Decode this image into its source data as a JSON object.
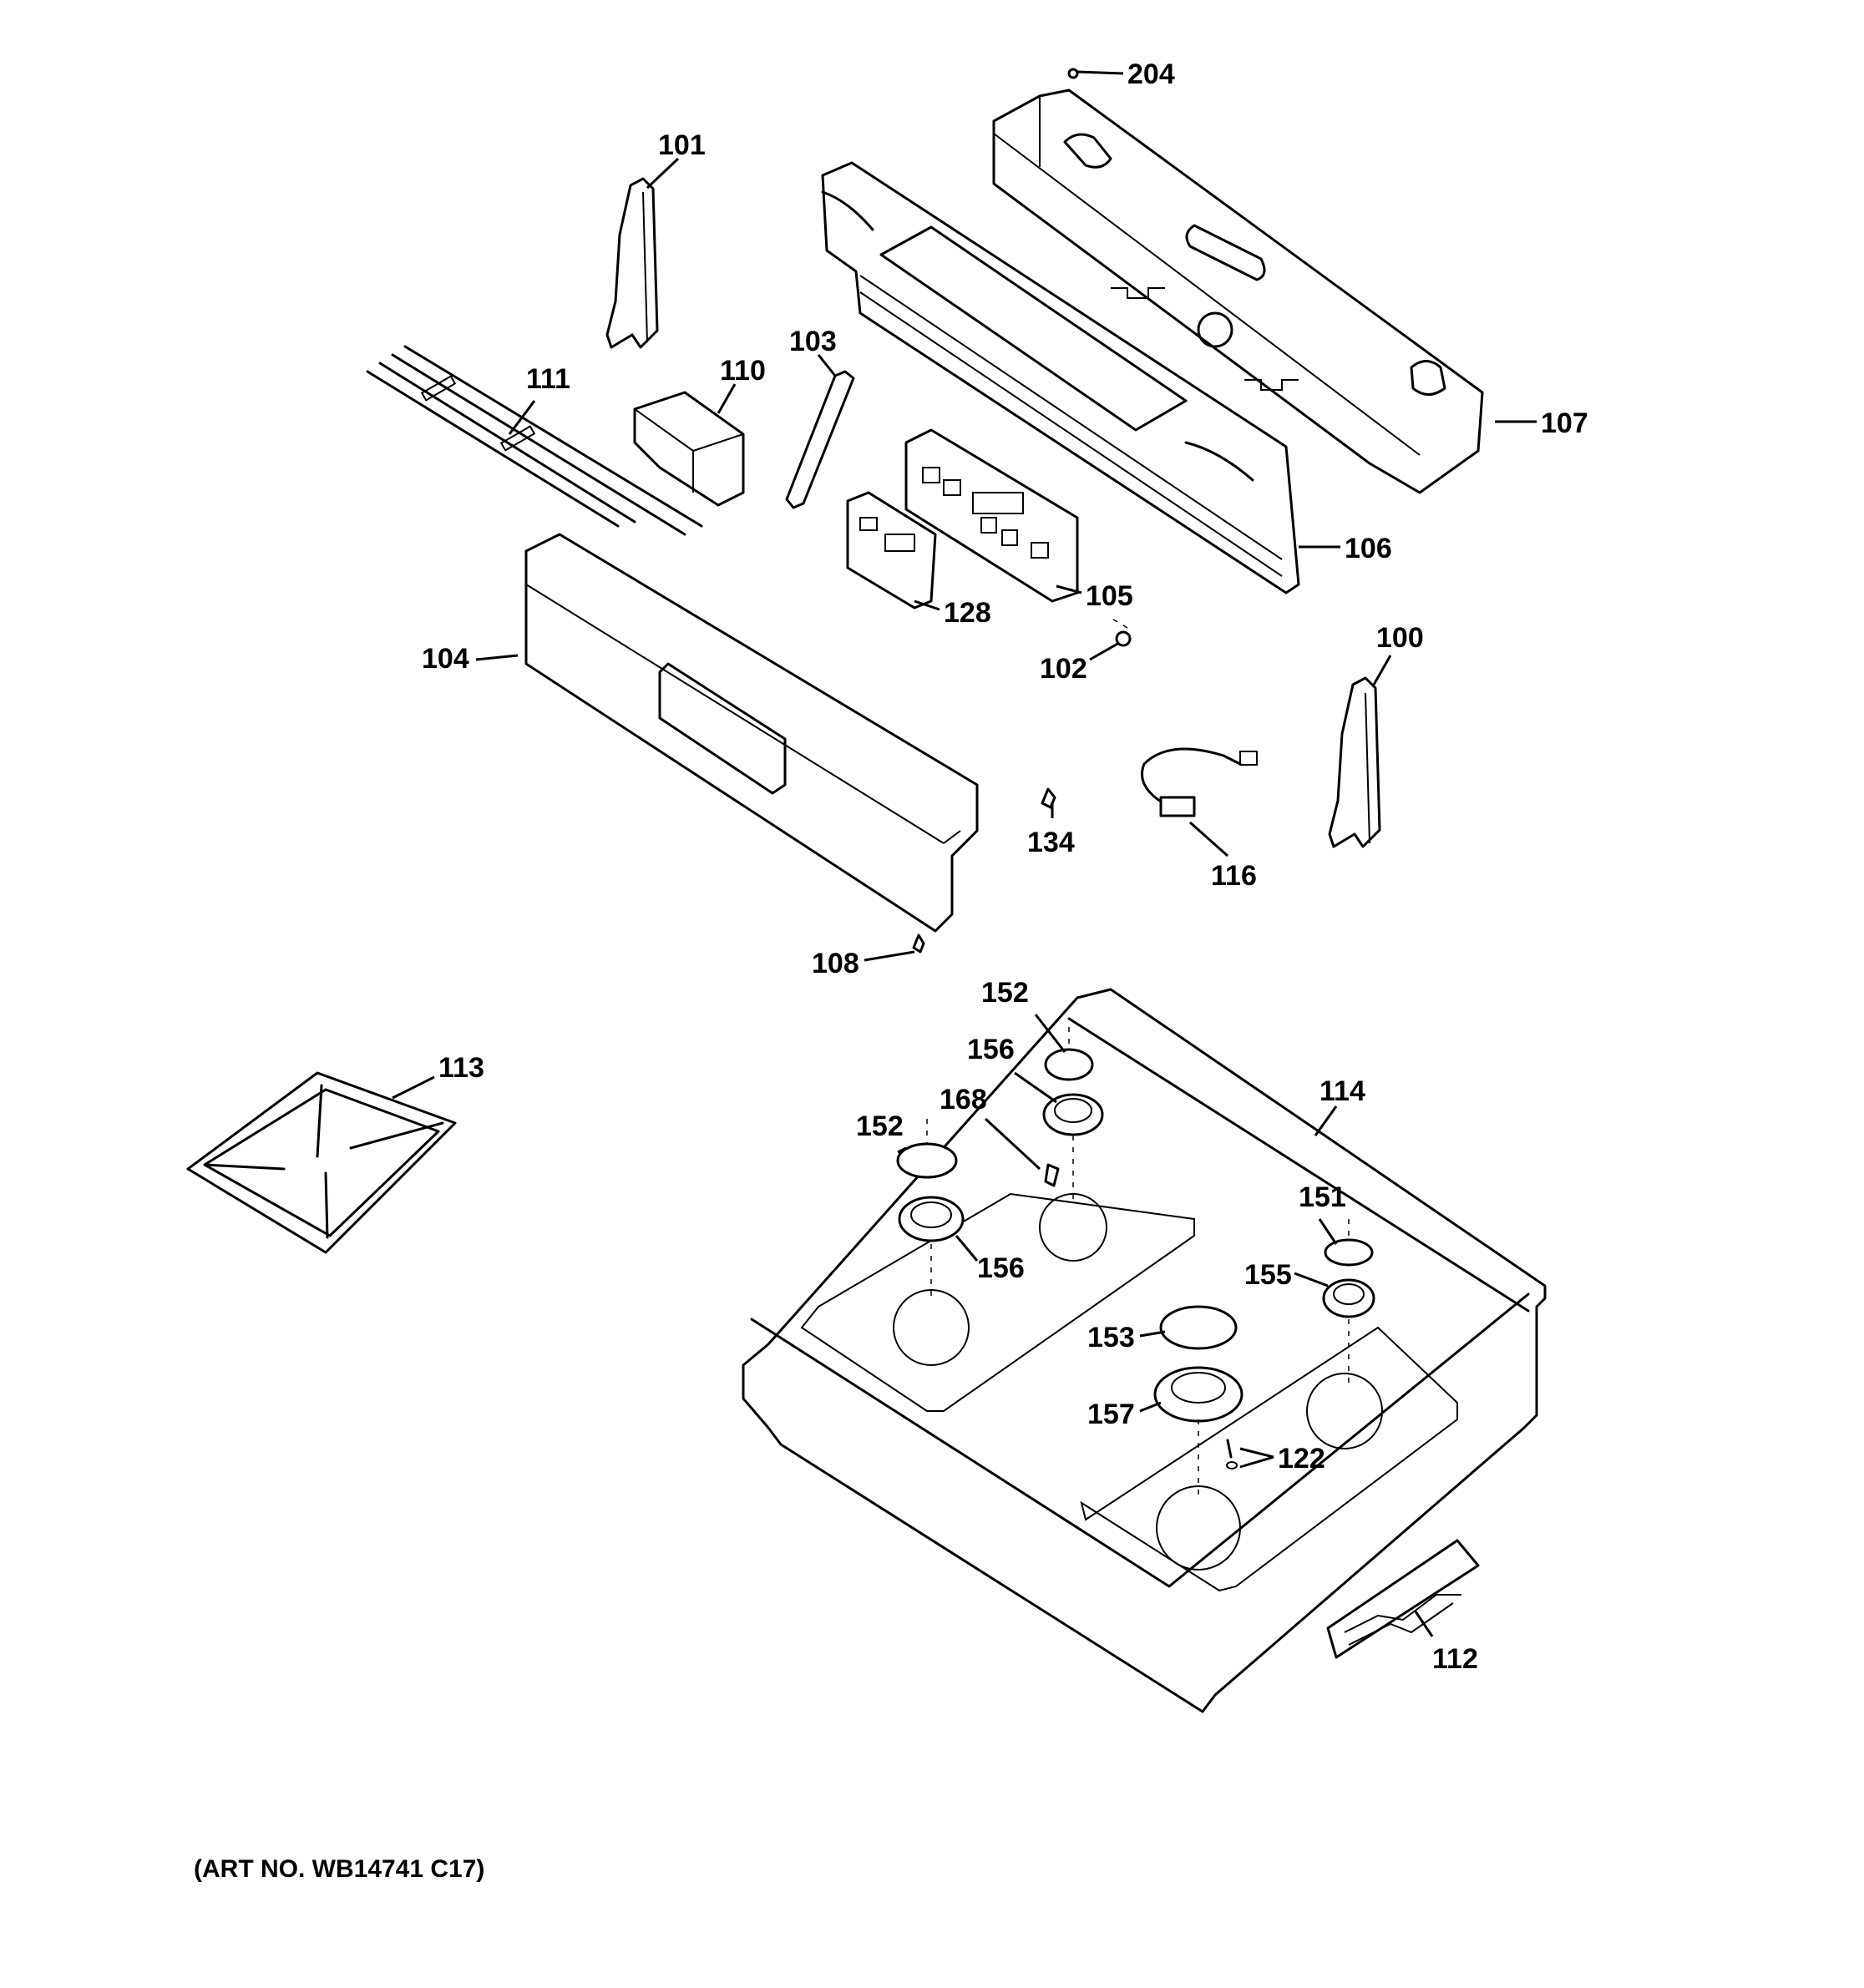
{
  "diagram": {
    "art_number": "(ART NO. WB14741 C17)",
    "callouts": {
      "c204": "204",
      "c101": "101",
      "c107": "107",
      "c103": "103",
      "c110": "110",
      "c111": "111",
      "c106": "106",
      "c105": "105",
      "c128": "128",
      "c102": "102",
      "c104": "104",
      "c100": "100",
      "c134": "134",
      "c116": "116",
      "c108": "108",
      "c152a": "152",
      "c156a": "156",
      "c168": "168",
      "c113": "113",
      "c114": "114",
      "c152b": "152",
      "c156b": "156",
      "c151": "151",
      "c155": "155",
      "c153": "153",
      "c157": "157",
      "c122": "122",
      "c112": "112"
    }
  }
}
